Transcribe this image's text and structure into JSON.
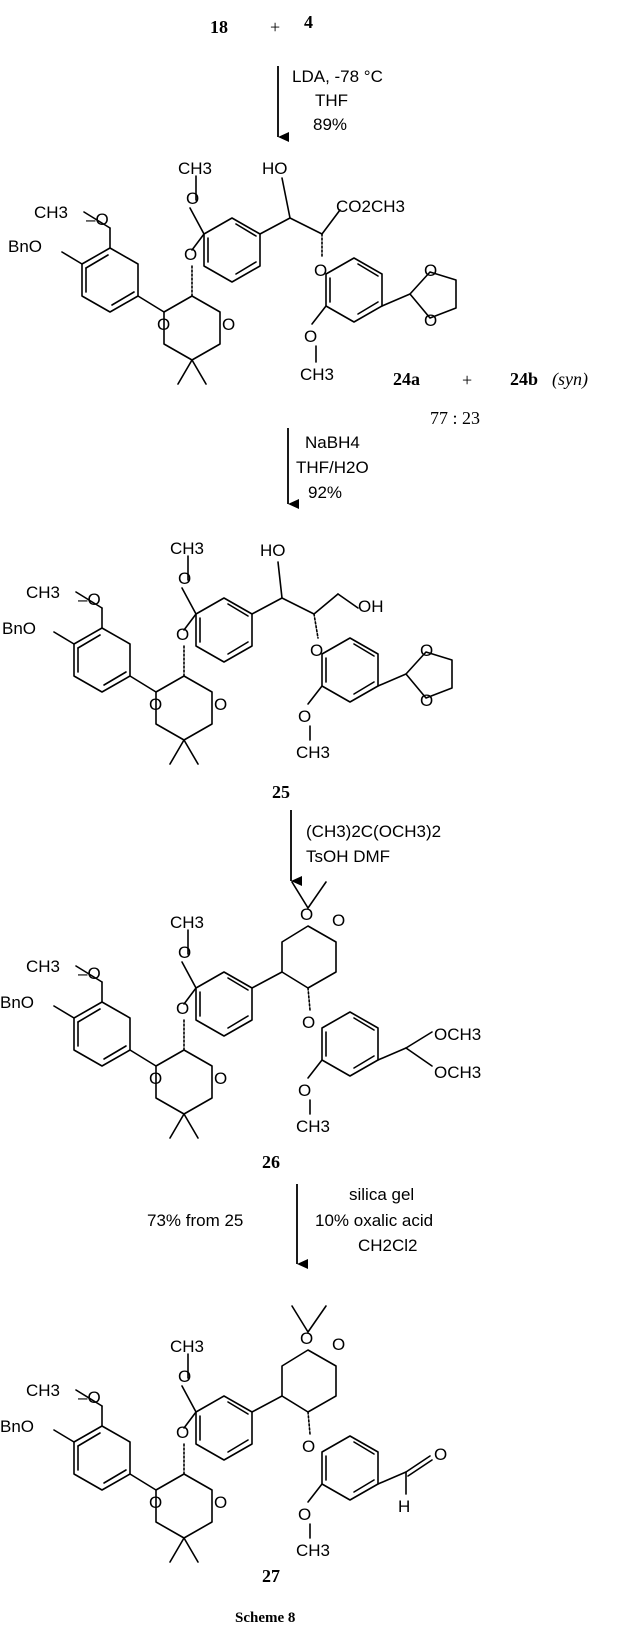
{
  "top": {
    "left": "18",
    "plus": "+",
    "right": "4"
  },
  "step1": {
    "line1": "LDA, -78 °C",
    "line2": "THF",
    "line3": "89%"
  },
  "mol24": {
    "labels": {
      "ch3o": "CH3",
      "bno": "BnO",
      "och3_top": "CH3",
      "ho": "HO",
      "ester": "CO2CH3",
      "och3_bottom": "CH3"
    },
    "compound_a": "24a",
    "plus": "+",
    "compound_b": "24b",
    "compound_b_note": "(syn)",
    "ratio": "77  :  23"
  },
  "step2": {
    "line1": "NaBH4",
    "line2": "THF/H2O",
    "line3": "92%"
  },
  "mol25": {
    "labels": {
      "ch3o": "CH3",
      "bno": "BnO",
      "och3_top": "CH3",
      "ho": "HO",
      "oh": "OH",
      "och3_bottom": "CH3"
    },
    "compound": "25"
  },
  "step3": {
    "line1": "(CH3)2C(OCH3)2",
    "line2": "TsOH  DMF"
  },
  "mol26": {
    "labels": {
      "ch3o": "CH3",
      "bno": "BnO",
      "och3_top": "CH3",
      "och3_bottom": "CH3",
      "acetal1": "OCH3",
      "acetal2": "OCH3"
    },
    "compound": "26"
  },
  "step4": {
    "left": "73% from 25",
    "line1": "silica gel",
    "line2": "10% oxalic acid",
    "line3": "CH2Cl2"
  },
  "mol27": {
    "labels": {
      "ch3o": "CH3",
      "bno": "BnO",
      "och3_top": "CH3",
      "och3_bottom": "CH3",
      "ald_o": "O",
      "ald_h": "H"
    },
    "compound": "27"
  },
  "caption": "Scheme 8"
}
